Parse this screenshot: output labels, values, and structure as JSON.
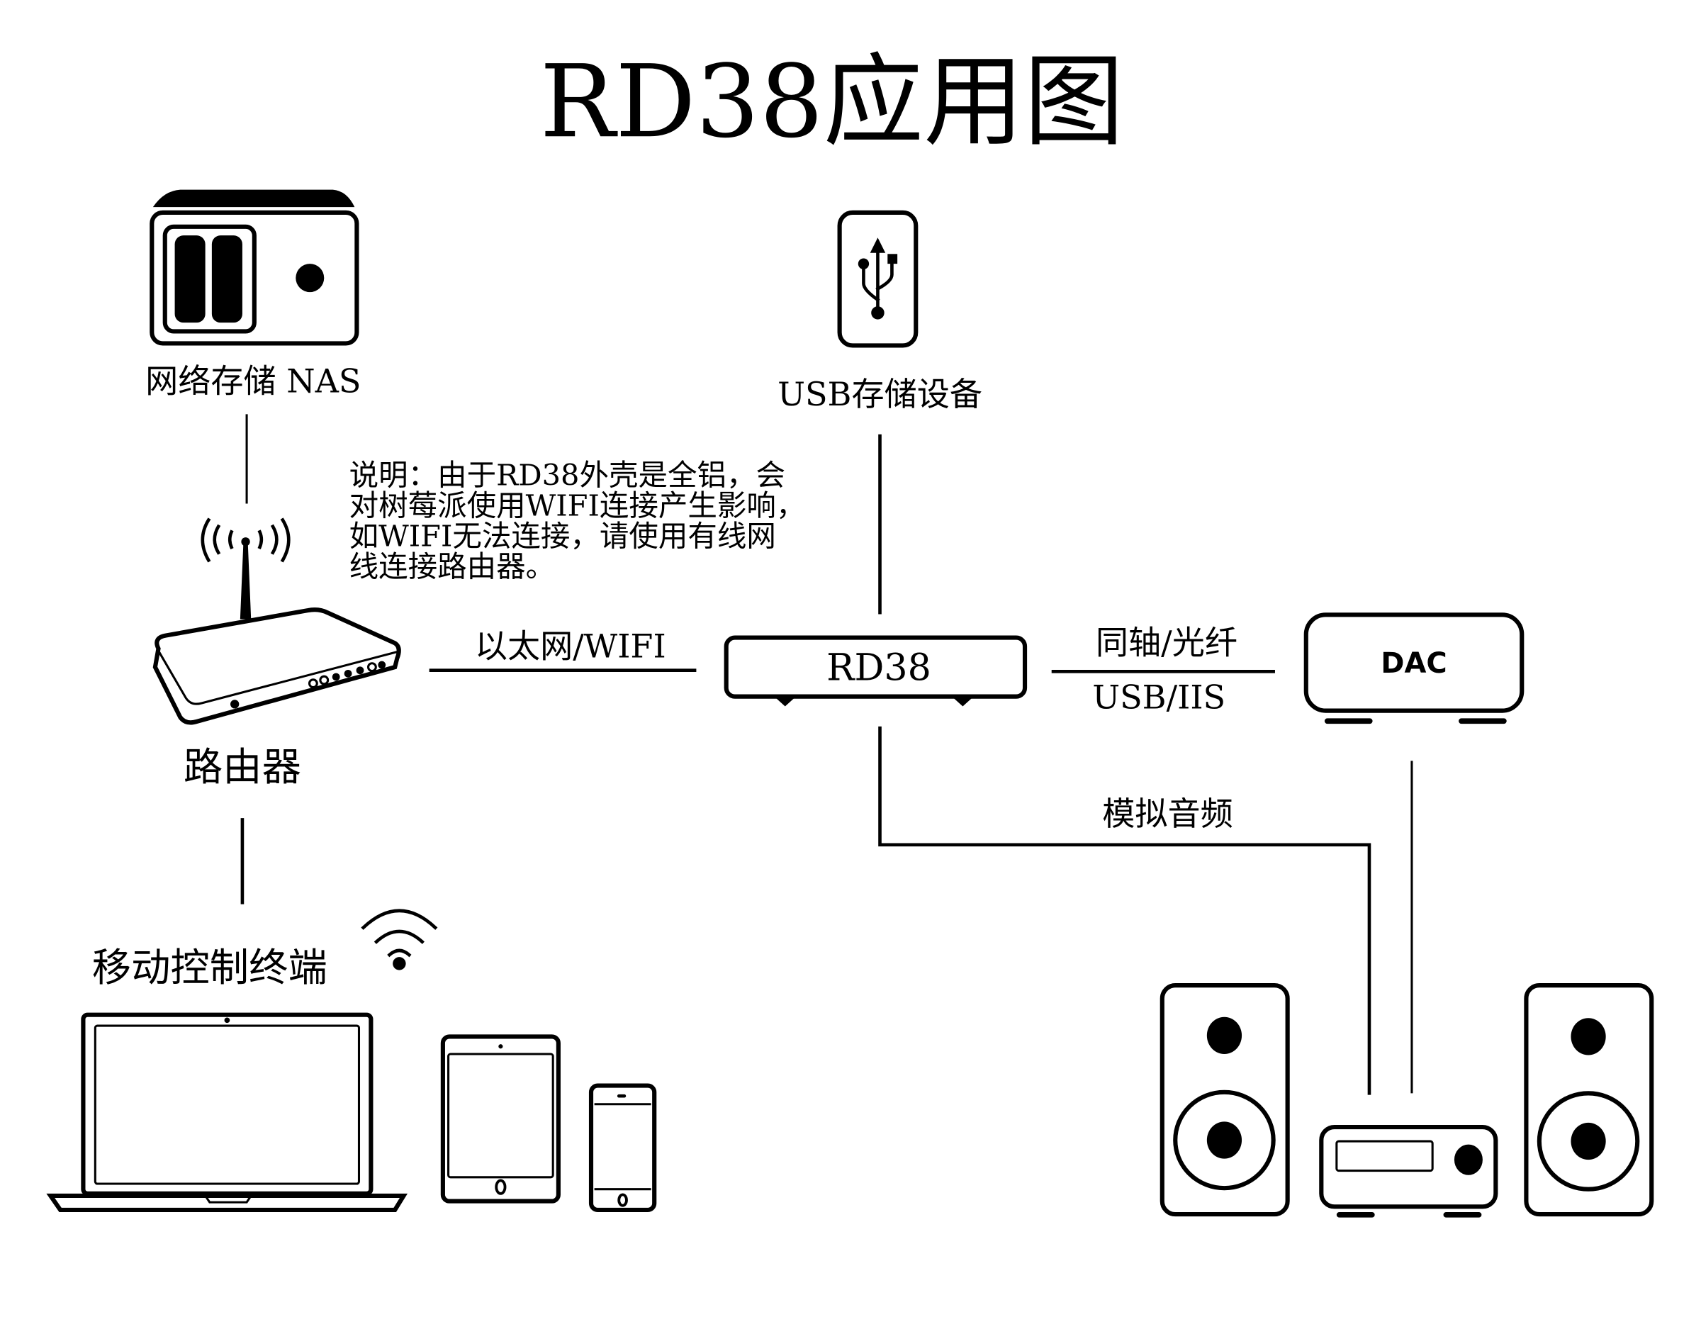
{
  "title": "RD38应用图",
  "colors": {
    "ink": "#000000",
    "background": "#ffffff"
  },
  "nodes": {
    "nas": {
      "label": "网络存储 NAS",
      "icon": "nas-icon"
    },
    "usb": {
      "label": "USB存储设备",
      "icon": "usb-icon"
    },
    "router": {
      "label": "路由器",
      "icon": "wifi-router-icon"
    },
    "rd38": {
      "label": "RD38",
      "icon": "device-box-icon"
    },
    "dac": {
      "label": "DAC",
      "icon": "dac-box-icon"
    },
    "mobile": {
      "label": "移动控制终端",
      "icon": "wifi-icon",
      "devices": [
        "laptop-icon",
        "tablet-icon",
        "phone-icon"
      ]
    },
    "audio": {
      "icons": [
        "speaker-left-icon",
        "amplifier-icon",
        "speaker-right-icon"
      ]
    }
  },
  "note": {
    "lines": [
      "说明：由于RD38外壳是全铝，会",
      "对树莓派使用WIFI连接产生影响，",
      "如WIFI无法连接，请使用有线网",
      "线连接路由器。"
    ]
  },
  "connections": {
    "router_rd38": "以太网/WIFI",
    "rd38_dac_top": "同轴/光纤",
    "rd38_dac_bottom": "USB/IIS",
    "rd38_amp": "模拟音频"
  }
}
